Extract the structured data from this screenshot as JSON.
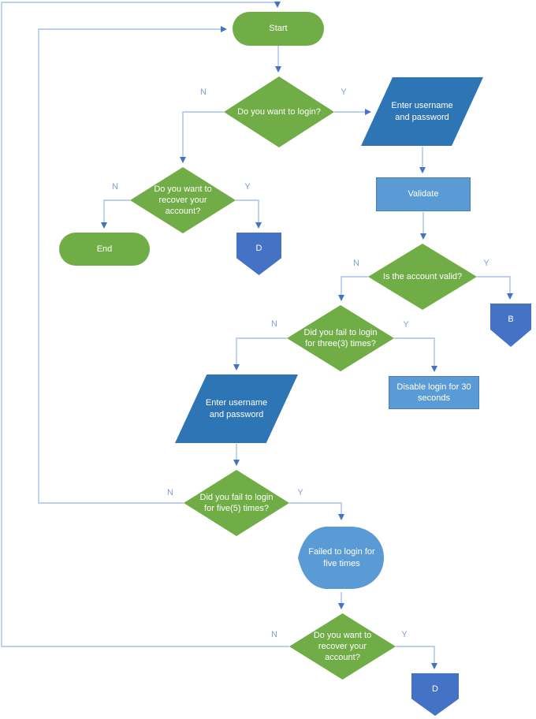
{
  "diagram_type": "flowchart",
  "subject": "login-and-account-recovery-flow",
  "nodes": {
    "start": {
      "label": "Start",
      "type": "terminator"
    },
    "q_login": {
      "label": "Do you want to login?",
      "type": "decision"
    },
    "p_enter1": {
      "label": "Enter username and password",
      "type": "data-input"
    },
    "validate": {
      "label": "Validate",
      "type": "process"
    },
    "q_recover1": {
      "label": "Do you want to recover your account?",
      "type": "decision"
    },
    "end": {
      "label": "End",
      "type": "terminator"
    },
    "d1": {
      "label": "D",
      "type": "off-page-connector"
    },
    "q_valid": {
      "label": "Is the account valid?",
      "type": "decision"
    },
    "b1": {
      "label": "B",
      "type": "off-page-connector"
    },
    "q_fail3": {
      "label": "Did you fail to login for three(3) times?",
      "type": "decision"
    },
    "disable": {
      "label": "Disable login for 30 seconds",
      "type": "process"
    },
    "p_enter2": {
      "label": "Enter username and password",
      "type": "data-input"
    },
    "q_fail5": {
      "label": "Did you fail to login for five(5) times?",
      "type": "decision"
    },
    "display": {
      "label": "Failed to login for five times",
      "type": "display"
    },
    "q_recover2": {
      "label": "Do you want to recover your account?",
      "type": "decision"
    },
    "d2": {
      "label": "D",
      "type": "off-page-connector"
    }
  },
  "edges": [
    {
      "from": "start",
      "to": "q_login",
      "label": ""
    },
    {
      "from": "q_login",
      "to": "p_enter1",
      "label": "Y"
    },
    {
      "from": "q_login",
      "to": "q_recover1",
      "label": "N"
    },
    {
      "from": "p_enter1",
      "to": "validate",
      "label": ""
    },
    {
      "from": "validate",
      "to": "q_valid",
      "label": ""
    },
    {
      "from": "q_valid",
      "to": "q_fail3",
      "label": "N"
    },
    {
      "from": "q_valid",
      "to": "b1",
      "label": "Y"
    },
    {
      "from": "q_recover1",
      "to": "end",
      "label": "N"
    },
    {
      "from": "q_recover1",
      "to": "d1",
      "label": "Y"
    },
    {
      "from": "q_fail3",
      "to": "p_enter2",
      "label": "N"
    },
    {
      "from": "q_fail3",
      "to": "disable",
      "label": "Y"
    },
    {
      "from": "p_enter2",
      "to": "q_fail5",
      "label": ""
    },
    {
      "from": "q_fail5",
      "to": "start",
      "label": "N"
    },
    {
      "from": "q_fail5",
      "to": "display",
      "label": "Y"
    },
    {
      "from": "display",
      "to": "q_recover2",
      "label": ""
    },
    {
      "from": "q_recover2",
      "to": "start",
      "label": "N"
    },
    {
      "from": "q_recover2",
      "to": "d2",
      "label": "Y"
    }
  ],
  "colors": {
    "shape_green": "#70AD47",
    "shape_blue_dark": "#2E75B6",
    "shape_blue_connector": "#4472C4",
    "shape_blue_light": "#5B9BD5",
    "edge_line": "#A6C0E8",
    "arrowhead": "#4472C4",
    "edge_label_text": "#7F9FD4",
    "shape_text": "#FFFFFF",
    "background": "#FFFFFF"
  }
}
